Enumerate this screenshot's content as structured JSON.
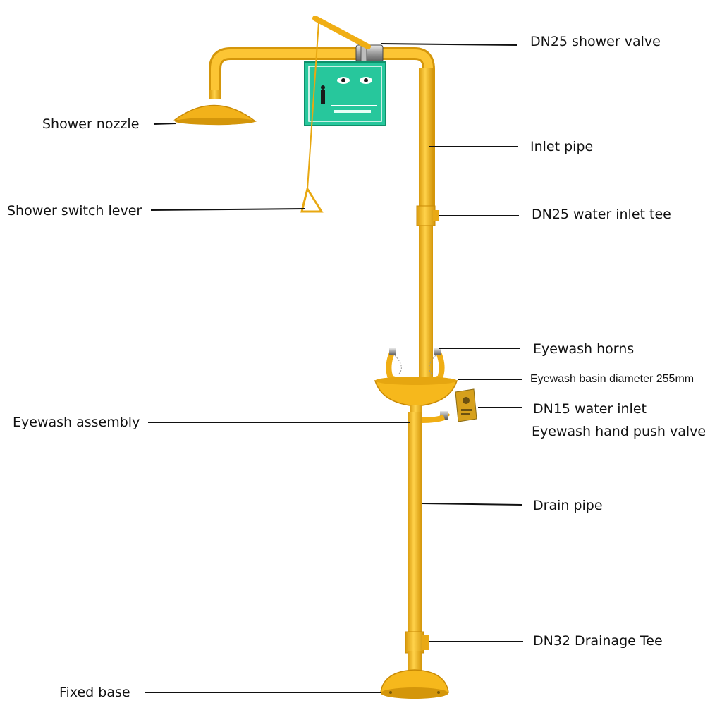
{
  "labels": {
    "dn25_shower_valve": "DN25 shower valve",
    "shower_nozzle": "Shower nozzle",
    "inlet_pipe": "Inlet pipe",
    "shower_switch_lever": "Shower switch lever",
    "dn25_water_inlet_tee": "DN25 water inlet tee",
    "eyewash_horns": "Eyewash horns",
    "eyewash_basin_diameter": "Eyewash basin diameter 255mm",
    "eyewash_assembly": "Eyewash assembly",
    "dn15_water_inlet": "DN15 water inlet",
    "eyewash_hand_push_valve": "Eyewash hand push valve",
    "drain_pipe": "Drain pipe",
    "dn32_drainage_tee": "DN32 Drainage Tee",
    "fixed_base": "Fixed base"
  },
  "colors": {
    "pipe_yellow": "#f6b81c",
    "pipe_shadow": "#d4960a",
    "sign_green": "#27c79c",
    "label_text": "#111111",
    "leader_line": "#111111"
  },
  "icons": {
    "sign": "emergency-eyewash-sign-icon",
    "valve": "valve-icon",
    "push_plate": "push-plate-icon"
  }
}
